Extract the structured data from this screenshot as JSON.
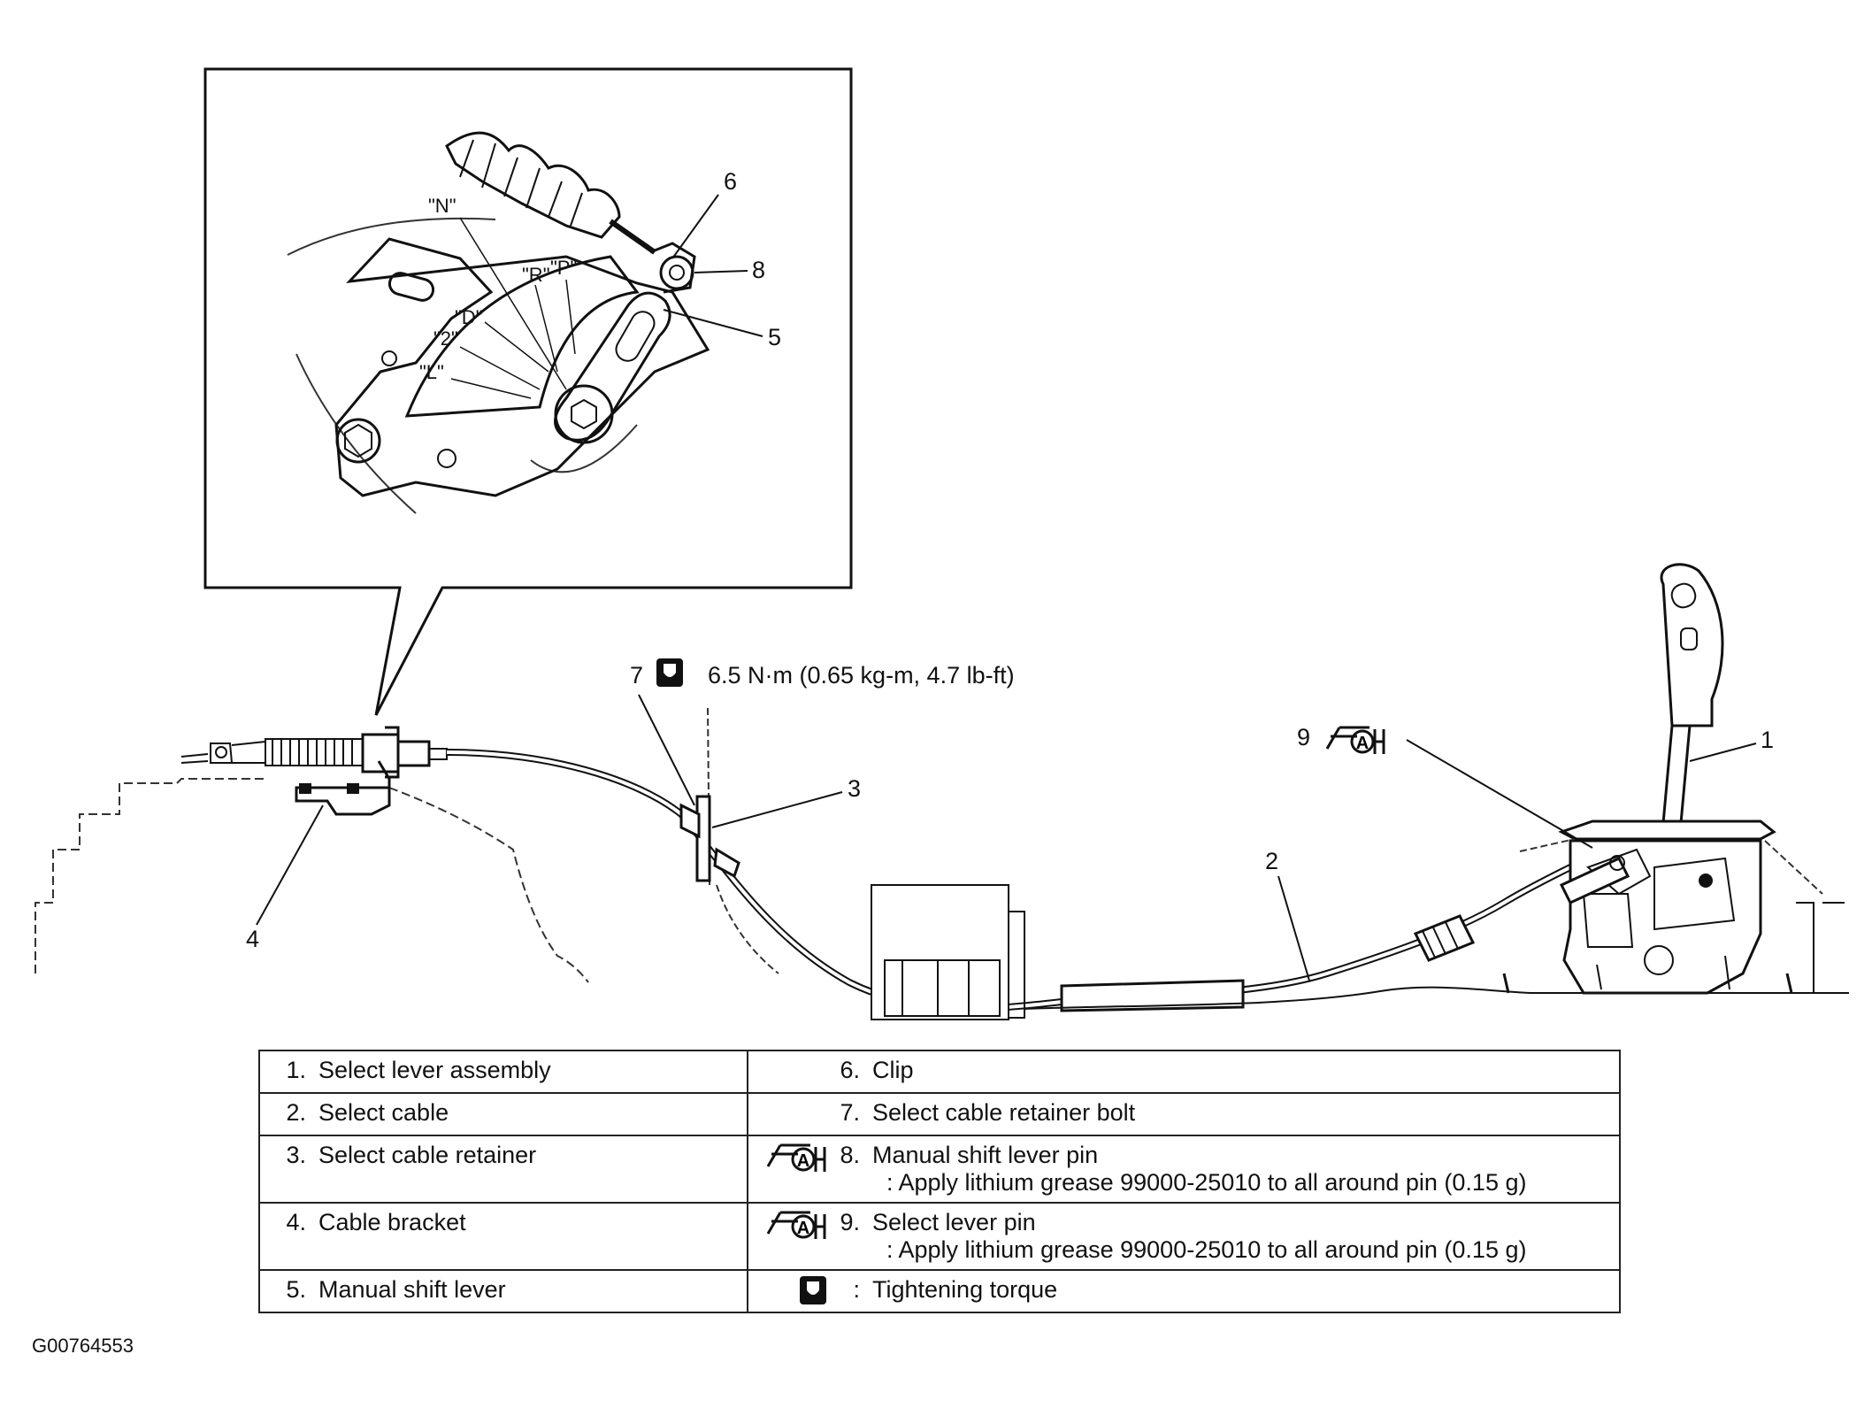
{
  "callouts": {
    "c1": "1",
    "c2": "2",
    "c3": "3",
    "c4": "4",
    "c5": "5",
    "c6": "6",
    "c7": "7",
    "c8": "8",
    "c9": "9"
  },
  "shift_positions": {
    "N": "\"N\"",
    "R": "\"R\"",
    "P": "\"P\"",
    "D": "\"D\"",
    "two": "\"2\"",
    "L": "\"L\""
  },
  "torque_spec": "6.5 N·m (0.65 kg-m, 4.7 lb-ft)",
  "grease_symbol_letter": "A",
  "legend": {
    "rows": [
      {
        "left_num": "1.",
        "left_text": "Select lever assembly",
        "right_num": "6.",
        "right_text": "Clip",
        "right_note": ""
      },
      {
        "left_num": "2.",
        "left_text": "Select cable",
        "right_num": "7.",
        "right_text": "Select cable retainer bolt",
        "right_note": ""
      },
      {
        "left_num": "3.",
        "left_text": "Select cable retainer",
        "right_num": "8.",
        "right_text": "Manual shift lever pin",
        "right_note": ": Apply lithium grease 99000-25010 to all around pin (0.15 g)"
      },
      {
        "left_num": "4.",
        "left_text": "Cable bracket",
        "right_num": "9.",
        "right_text": "Select lever pin",
        "right_note": ": Apply lithium grease 99000-25010 to all around pin (0.15 g)"
      },
      {
        "left_num": "5.",
        "left_text": "Manual shift lever",
        "right_num": ":",
        "right_text": "Tightening torque",
        "right_note": ""
      }
    ]
  },
  "figure_code": "G00764553",
  "icons": [
    "grease-a-icon",
    "torque-wrench-icon"
  ]
}
